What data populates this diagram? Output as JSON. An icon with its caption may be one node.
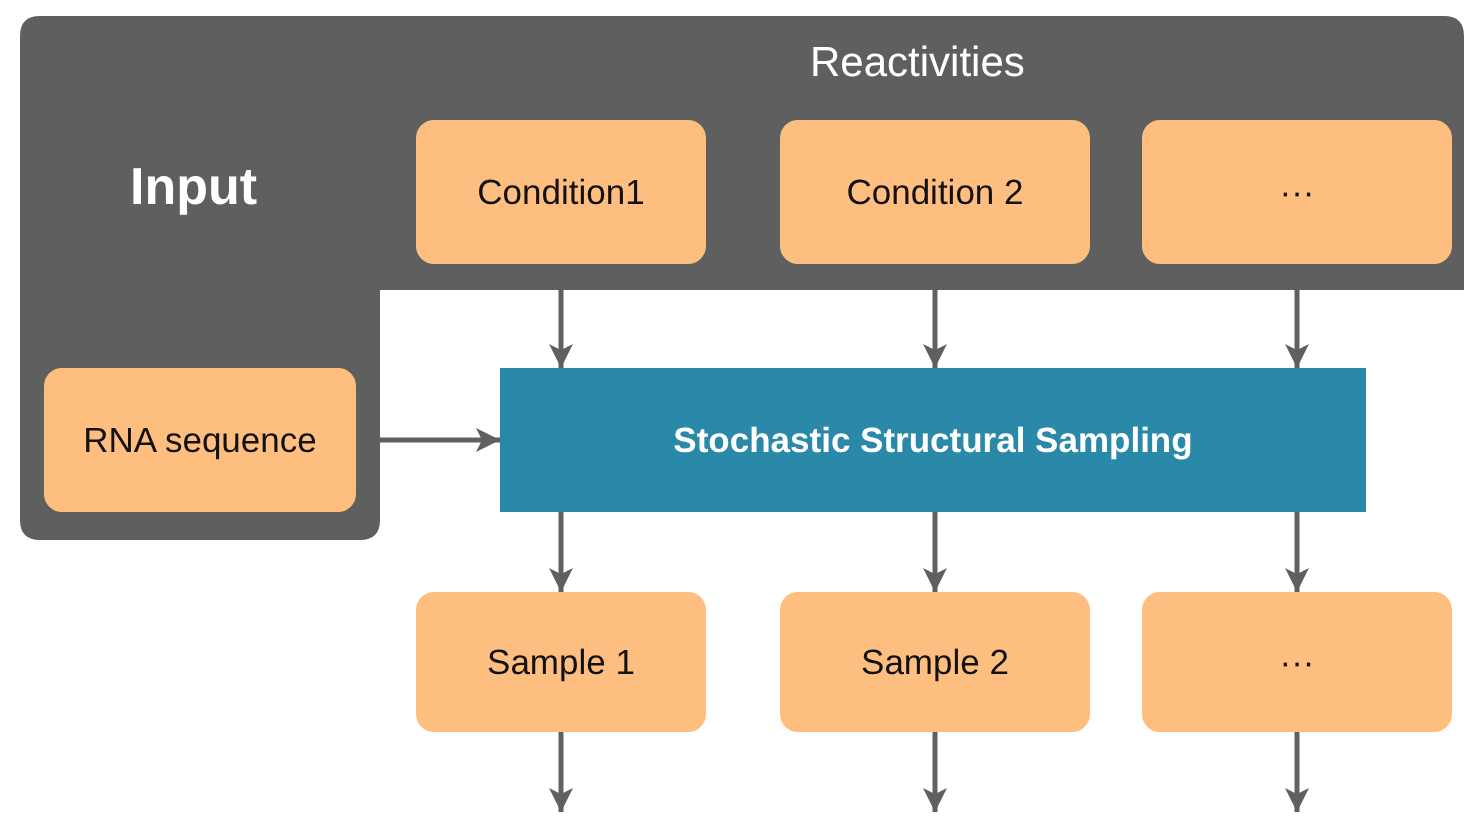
{
  "diagram": {
    "nodes": [
      {
        "text": [
          "Input",
          "Reactivities"
        ]
      },
      {
        "text": [
          "Condition1"
        ],
        "in": 0
      },
      {
        "text": [
          "Condition 2"
        ],
        "in": 0
      },
      {
        "text": [
          "···"
        ],
        "in": 0
      },
      {
        "text": [
          "RNA sequence"
        ],
        "in": 0
      },
      {
        "text": [
          "Stochastic Structural Sampling"
        ]
      },
      {
        "text": [
          "Sample 1"
        ]
      },
      {
        "text": [
          "Sample 2"
        ]
      },
      {
        "text": [
          "···"
        ]
      }
    ],
    "edges": [
      {
        "from": 1,
        "to": 5,
        "arrow": "to"
      },
      {
        "from": 2,
        "to": 5,
        "arrow": "to"
      },
      {
        "from": 3,
        "to": 5,
        "arrow": "to"
      },
      {
        "from": 4,
        "to": 5,
        "arrow": "to"
      },
      {
        "from": 5,
        "to": 6,
        "arrow": "to"
      },
      {
        "from": 5,
        "to": 7,
        "arrow": "to"
      },
      {
        "from": 5,
        "to": 8,
        "arrow": "to"
      },
      {
        "from": 6,
        "to": null,
        "arrow": "to"
      },
      {
        "from": 7,
        "to": null,
        "arrow": "to"
      },
      {
        "from": 8,
        "to": null,
        "arrow": "to"
      }
    ]
  }
}
